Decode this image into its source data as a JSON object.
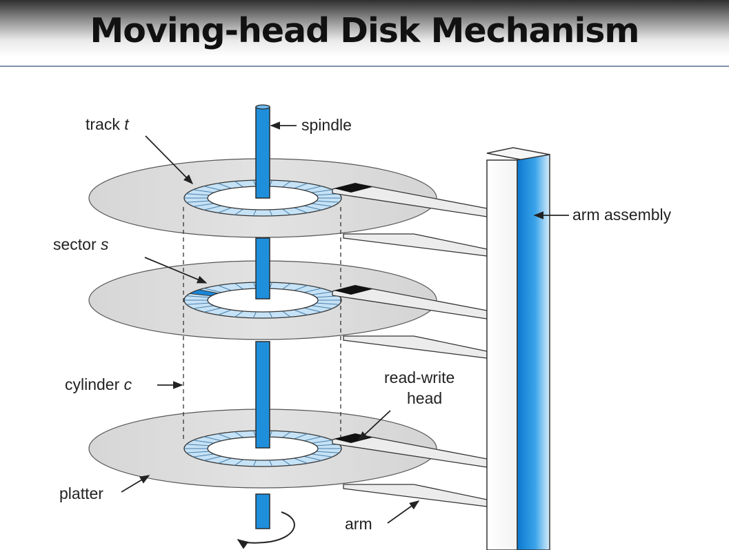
{
  "title": "Moving-head Disk Mechanism",
  "labels": {
    "track": "track",
    "track_var": "t",
    "spindle": "spindle",
    "arm_assembly": "arm assembly",
    "sector": "sector",
    "sector_var": "s",
    "cylinder": "cylinder",
    "cylinder_var": "c",
    "read_write_line1": "read-write",
    "read_write_line2": "head",
    "platter": "platter",
    "arm": "arm"
  },
  "colors": {
    "spindle_blue": "#1f8fdc",
    "sector_fill": "#c6e2f6",
    "sector_highlight": "#1a86d6",
    "platter_fill": "#dcdcdc",
    "head_fill": "#111111",
    "header_rule": "#7d92a8"
  },
  "icons": [
    "rotation-arrow-icon"
  ]
}
